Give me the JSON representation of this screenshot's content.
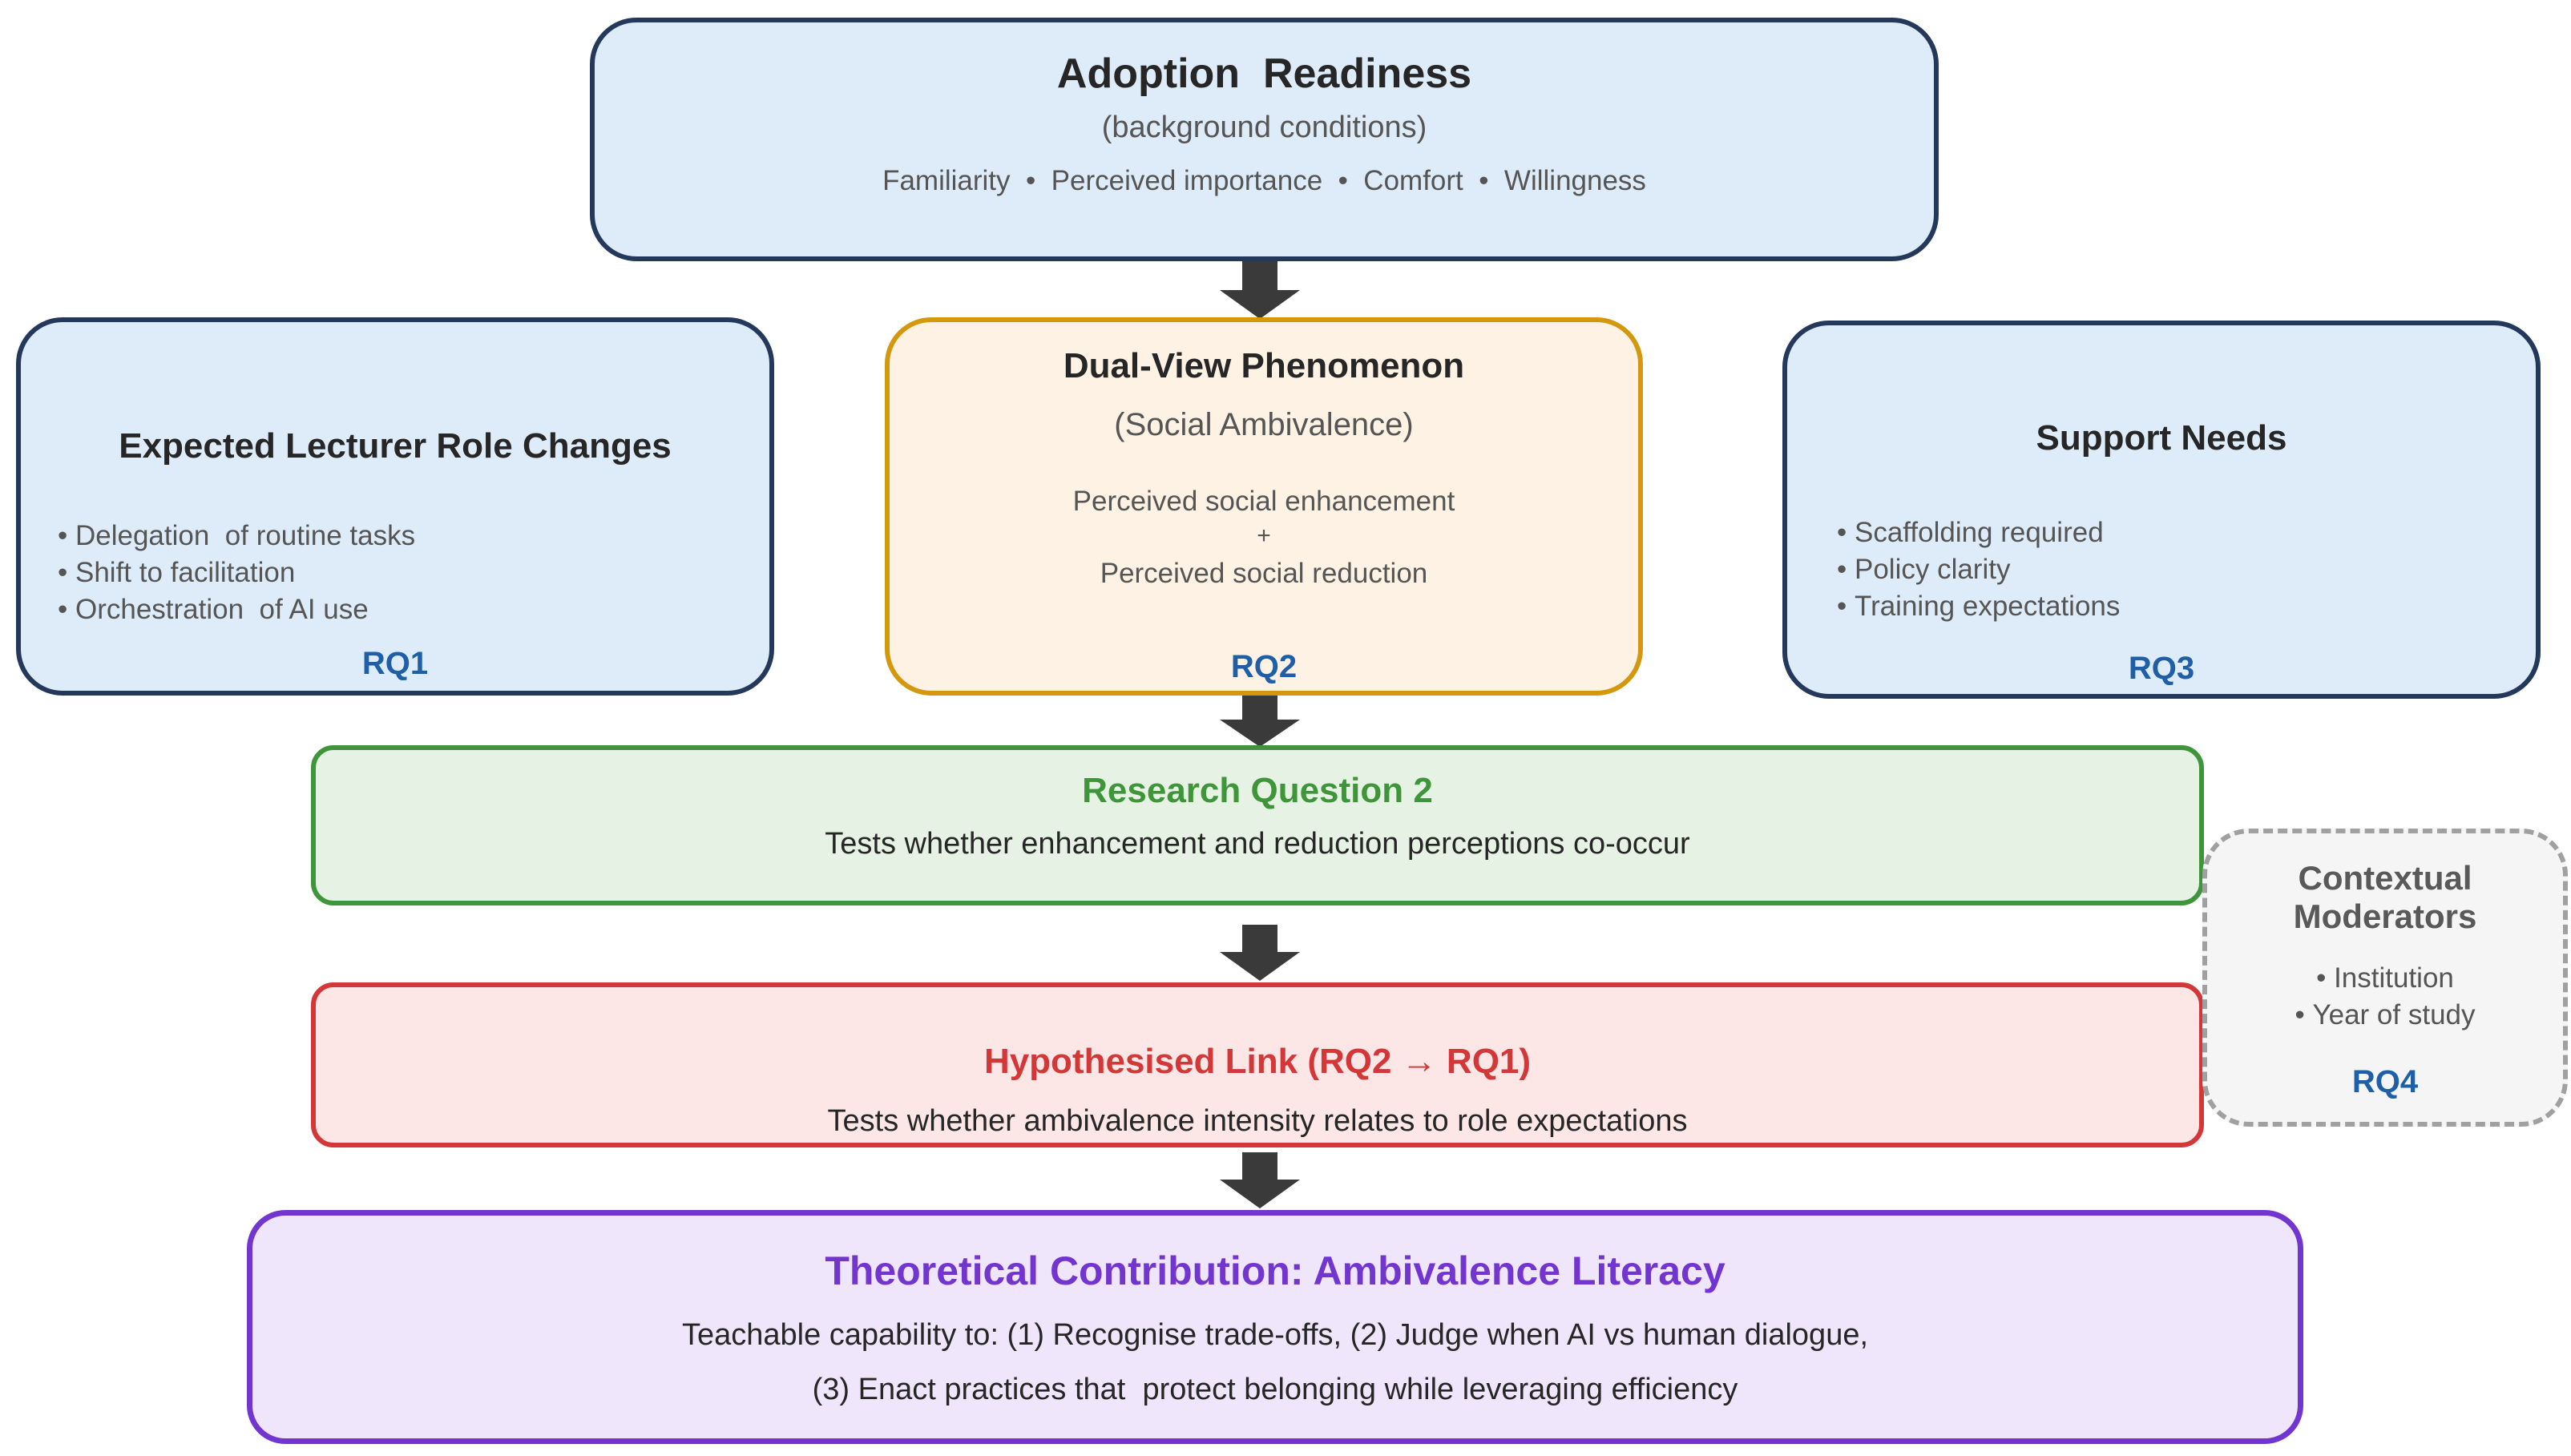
{
  "readiness": {
    "title": "Adoption  Readiness",
    "subtitle": "(background conditions)",
    "items": "Familiarity  •  Perceived importance  •  Comfort  •  Willingness"
  },
  "role": {
    "title": "Expected Lecturer Role Changes",
    "bullets": [
      "Delegation  of routine tasks",
      "Shift to facilitation",
      "Orchestration  of AI use"
    ],
    "rq": "RQ1"
  },
  "dual": {
    "title": "Dual-View Phenomenon",
    "subtitle": "(Social Ambivalence)",
    "line1": "Perceived social enhancement",
    "plus": "+",
    "line2": "Perceived social reduction",
    "rq": "RQ2"
  },
  "support": {
    "title": "Support Needs",
    "bullets": [
      "Scaffolding required",
      "Policy clarity",
      "Training expectations"
    ],
    "rq": "RQ3"
  },
  "rq2": {
    "title": "Research Question 2",
    "text": "Tests whether enhancement and reduction perceptions co-occur"
  },
  "hypothesis": {
    "title": "Hypothesised Link (RQ2 → RQ1)",
    "text": "Tests whether ambivalence intensity relates to role expectations"
  },
  "context": {
    "title_line1": "Contextual",
    "title_line2": "Moderators",
    "bullets": [
      "Institution",
      "Year of study"
    ],
    "rq": "RQ4"
  },
  "theory": {
    "title": "Theoretical Contribution: Ambivalence Literacy",
    "line1": "Teachable capability to: (1) Recognise trade-offs, (2) Judge when AI vs human dialogue,",
    "line2": "(3) Enact practices that  protect belonging while leveraging efficiency"
  },
  "colors": {
    "blue_fill": "#deebf8",
    "navy_border": "#23385a",
    "orange_fill": "#fdf2e3",
    "orange_border": "#d4980f",
    "green_fill": "#e6f2e3",
    "green_border": "#3f963a",
    "red_fill": "#fce6e6",
    "red_border": "#d43737",
    "purple_fill": "#efe6fb",
    "purple_border": "#7235cf",
    "rq_label": "#1f5fa8",
    "arrow": "#3a3a3a"
  }
}
